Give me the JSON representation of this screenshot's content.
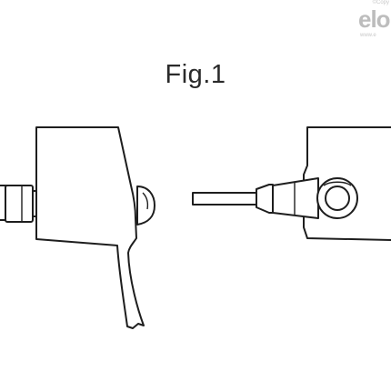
{
  "figure": {
    "title": "Fig.1"
  },
  "watermark": {
    "copyright": "©Copy",
    "logo": "elo",
    "url": "www.e"
  },
  "colors": {
    "line": "#1e1e1e",
    "background": "#ffffff",
    "watermark": "#bdbdbd"
  }
}
